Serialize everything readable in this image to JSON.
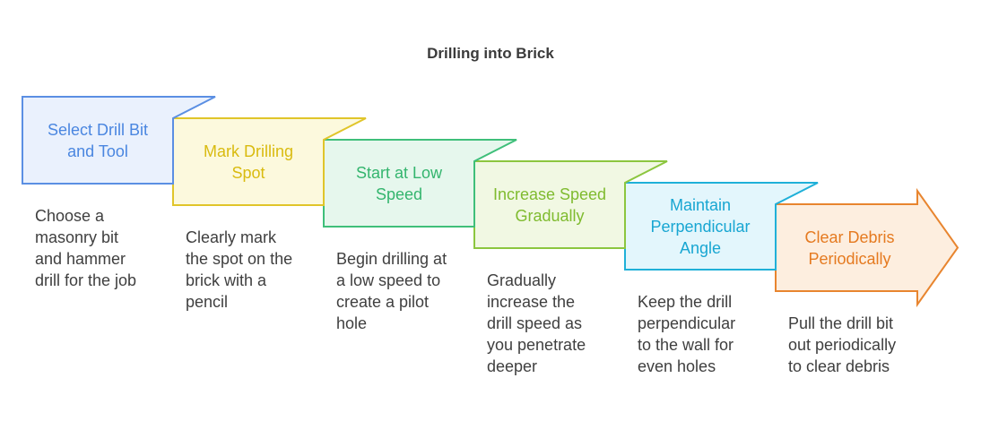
{
  "title": "Drilling into Brick",
  "steps": [
    {
      "label": "Select Drill Bit\nand Tool",
      "description": "Choose a\nmasonry bit\nand hammer\ndrill for the job",
      "stroke": "#5b8fe3",
      "fill": "#eaf1fd",
      "text_color": "#4a86e0"
    },
    {
      "label": "Mark Drilling\nSpot",
      "description": "Clearly mark\nthe spot on the\nbrick with a\npencil",
      "stroke": "#e0c52a",
      "fill": "#fcf9dd",
      "text_color": "#d9bb10"
    },
    {
      "label": "Start at Low\nSpeed",
      "description": "Begin drilling at\na low speed to\ncreate a pilot\nhole",
      "stroke": "#3fbf7a",
      "fill": "#e6f7ed",
      "text_color": "#34b56e"
    },
    {
      "label": "Increase Speed\nGradually",
      "description": "Gradually\nincrease the\ndrill speed as\nyou penetrate\ndeeper",
      "stroke": "#8cc63f",
      "fill": "#f1f8e3",
      "text_color": "#7fbb2f"
    },
    {
      "label": "Maintain\nPerpendicular\nAngle",
      "description": "Keep the drill\nperpendicular\nto the wall for\neven holes",
      "stroke": "#1fb0d8",
      "fill": "#e3f6fc",
      "text_color": "#18a6d2"
    },
    {
      "label": "Clear Debris\nPeriodically",
      "description": "Pull the drill bit\nout periodically\nto clear debris",
      "stroke": "#e8852f",
      "fill": "#fdeedf",
      "text_color": "#e57a20"
    }
  ]
}
